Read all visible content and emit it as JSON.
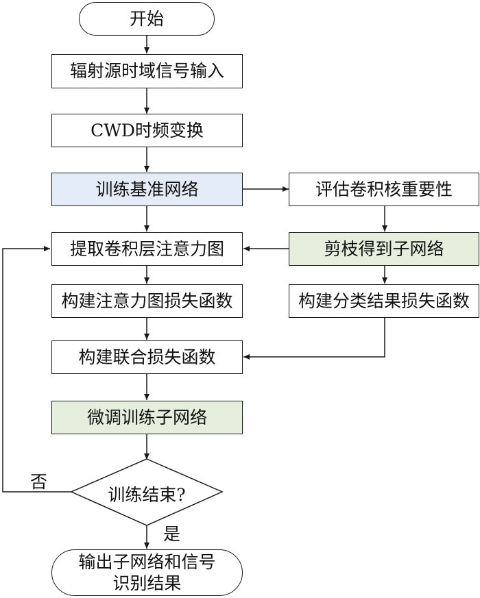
{
  "flowchart": {
    "start": "开始",
    "input": "辐射源时域信号输入",
    "cwd": "CWD时频变换",
    "train_base": "训练基准网络",
    "eval_kernel": "评估卷积核重要性",
    "prune": "剪枝得到子网络",
    "class_loss": "构建分类结果损失函数",
    "extract_attention": "提取卷积层注意力图",
    "attention_loss": "构建注意力图损失函数",
    "joint_loss": "构建联合损失函数",
    "finetune": "微调训练子网络",
    "decision": "训练结束?",
    "no_label": "否",
    "yes_label": "是",
    "output_line1": "输出子网络和信号",
    "output_line2": "识别结果"
  },
  "colors": {
    "blue_box": "#e3ecf7",
    "green_box": "#e6efde",
    "stroke": "#1a1a1a"
  }
}
